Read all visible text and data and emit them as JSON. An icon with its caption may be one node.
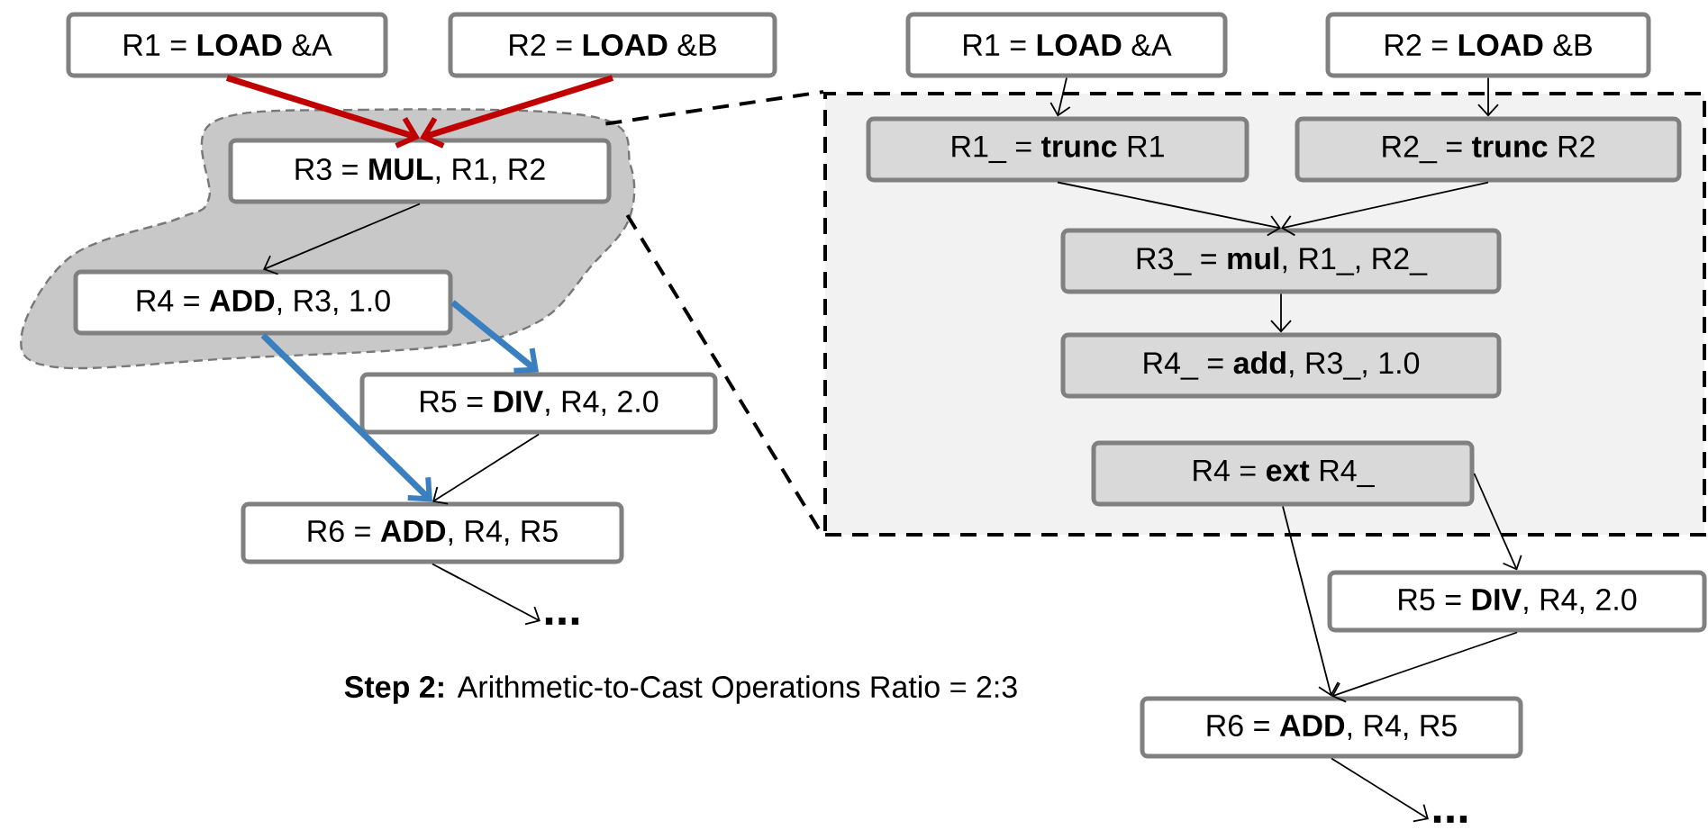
{
  "diagram": {
    "nodes": [
      {
        "text": [
          "R1 = **LOAD** &A"
        ]
      },
      {
        "text": [
          "R2 = **LOAD** &B"
        ]
      },
      {
        "text": [],
        "shape": "cloud"
      },
      {
        "text": [
          "R3 = **MUL**, R1, R2"
        ],
        "in": 2
      },
      {
        "text": [
          "R4 = **ADD**, R3, 1.0"
        ],
        "in": 2
      },
      {
        "text": [
          "R5 = **DIV**, R4, 2.0"
        ]
      },
      {
        "text": [
          "R6 = **ADD**, R4, R5"
        ]
      },
      {
        "text": [
          "..."
        ]
      },
      {
        "text": [
          "R1 = **LOAD** &A"
        ]
      },
      {
        "text": [
          "R2 = **LOAD** &B"
        ]
      },
      {
        "text": [],
        "shape": "box"
      },
      {
        "text": [
          "R1_ = **trunc** R1"
        ],
        "in": 10
      },
      {
        "text": [
          "R2_ = **trunc** R2"
        ],
        "in": 10
      },
      {
        "text": [
          "R3_ = **mul**, R1_, R2_"
        ],
        "in": 10
      },
      {
        "text": [
          "R4_ = **add**, R3_, 1.0"
        ],
        "in": 10
      },
      {
        "text": [
          "R4 = **ext** R4_"
        ],
        "in": 10
      },
      {
        "text": [
          "R5 = **DIV**, R4, 2.0"
        ]
      },
      {
        "text": [
          "R6 = **ADD**, R4, R5"
        ]
      },
      {
        "text": [
          "..."
        ]
      }
    ],
    "edges": [
      {
        "from": 0,
        "to": 3,
        "arrow": "to",
        "style": "thick",
        "color": "#c00000"
      },
      {
        "from": 1,
        "to": 3,
        "arrow": "to",
        "style": "thick",
        "color": "#c00000"
      },
      {
        "from": 3,
        "to": 4,
        "arrow": "to"
      },
      {
        "from": 4,
        "to": 5,
        "arrow": "to",
        "style": "thick",
        "color": "#3a7fbf"
      },
      {
        "from": 4,
        "to": 6,
        "arrow": "to",
        "style": "thick",
        "color": "#3a7fbf"
      },
      {
        "from": 5,
        "to": 6,
        "arrow": "to"
      },
      {
        "from": 6,
        "to": 7,
        "arrow": "to"
      },
      {
        "from": 2,
        "to": 10,
        "arrow": "none",
        "style": "dashed"
      },
      {
        "from": 2,
        "to": 10,
        "arrow": "none",
        "style": "dashed"
      },
      {
        "from": 8,
        "to": 11,
        "arrow": "to"
      },
      {
        "from": 9,
        "to": 12,
        "arrow": "to"
      },
      {
        "from": 11,
        "to": 13,
        "arrow": "to"
      },
      {
        "from": 12,
        "to": 13,
        "arrow": "to"
      },
      {
        "from": 13,
        "to": 14,
        "arrow": "to"
      },
      {
        "from": 15,
        "to": 16,
        "arrow": "to"
      },
      {
        "from": 15,
        "to": 17,
        "arrow": "to"
      },
      {
        "from": 16,
        "to": 17,
        "arrow": "to"
      },
      {
        "from": 17,
        "to": 18,
        "arrow": "to"
      }
    ],
    "labels": [
      "**Step 2:**  Arithmetic-to-Cast Operations Ratio = 2:3"
    ]
  }
}
